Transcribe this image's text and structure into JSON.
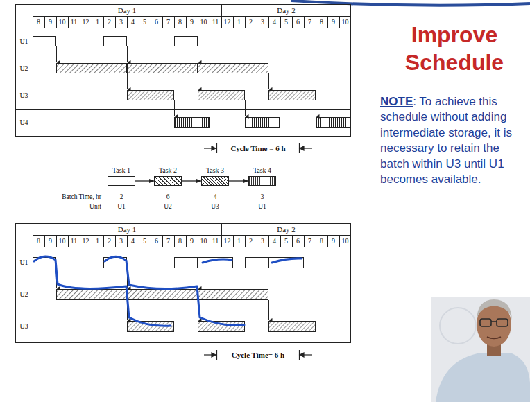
{
  "diagram": {
    "title": "Improve Schedule",
    "nodes": [
      {
        "text": [
          "Task 1"
        ]
      },
      {
        "text": [
          "Task 2"
        ]
      },
      {
        "text": [
          "Task 3"
        ]
      },
      {
        "text": [
          "Task 4"
        ]
      }
    ],
    "edges": [
      {
        "from": 0,
        "to": 1,
        "arrow": "to"
      },
      {
        "from": 1,
        "to": 2,
        "arrow": "to"
      },
      {
        "from": 2,
        "to": 3,
        "arrow": "to"
      }
    ],
    "labels": [
      "Day 1",
      "Day 2",
      "8",
      "9",
      "10",
      "11",
      "12",
      "1",
      "2",
      "3",
      "4",
      "5",
      "6",
      "7",
      "8",
      "9",
      "10",
      "11",
      "12",
      "1",
      "2",
      "3",
      "4",
      "5",
      "6",
      "7",
      "8",
      "9",
      "10",
      "U1",
      "U2",
      "U3",
      "U4",
      "Cycle Time = 6 h",
      "Batch Time, hr",
      "2",
      "6",
      "4",
      "3",
      "Unit",
      "U1",
      "U2",
      "U3",
      "U1",
      "Day 1",
      "Day 2",
      "8",
      "9",
      "10",
      "11",
      "12",
      "1",
      "2",
      "3",
      "4",
      "5",
      "6",
      "7",
      "8",
      "9",
      "10",
      "11",
      "12",
      "1",
      "2",
      "3",
      "4",
      "5",
      "6",
      "7",
      "8",
      "9",
      "10",
      "U1",
      "U2",
      "U3",
      "Cycle Time= 6 h",
      "NOTE",
      ": To achieve this schedule without adding intermediate storage, it is necessary to retain the batch within U3 until U1 becomes available."
    ]
  }
}
